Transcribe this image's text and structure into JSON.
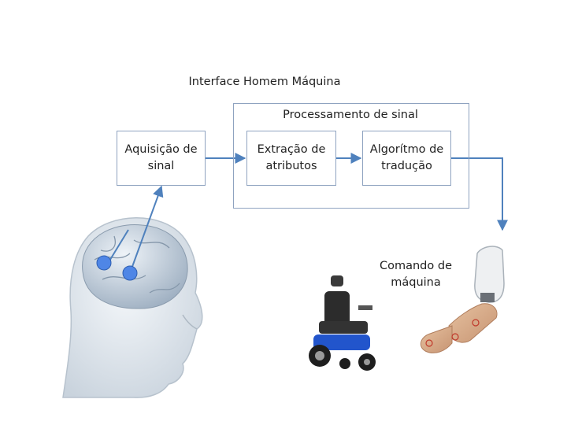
{
  "diagram": {
    "title": "Interface Homem Máquina",
    "group_label": "Processamento de sinal",
    "nodes": {
      "acquisition": [
        "Aquisição de",
        "sinal"
      ],
      "extraction": [
        "Extração de",
        "atributos"
      ],
      "translation": [
        "Algorítmo de",
        "tradução"
      ]
    },
    "output_label": [
      "Comando de",
      "máquina"
    ],
    "icons": [
      "brain-head-icon",
      "electrode-icon",
      "wheelchair-icon",
      "robotic-arm-icon"
    ],
    "colors": {
      "arrow": "#4f81bd",
      "box_border": "#8fa3c0",
      "electrode": "#4f86e6"
    }
  }
}
